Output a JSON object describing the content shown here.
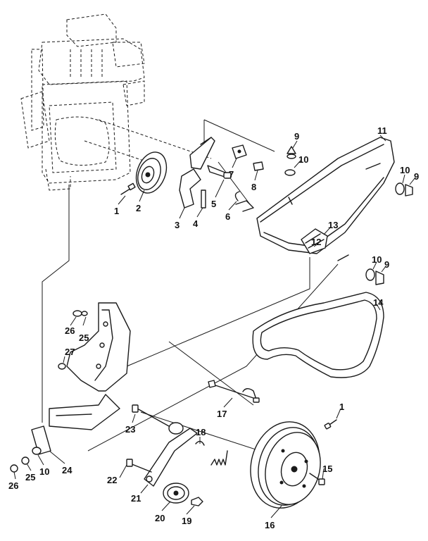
{
  "callouts": [
    {
      "id": "c1a",
      "label": "1"
    },
    {
      "id": "c2",
      "label": "2"
    },
    {
      "id": "c3",
      "label": "3"
    },
    {
      "id": "c4",
      "label": "4"
    },
    {
      "id": "c5",
      "label": "5"
    },
    {
      "id": "c6",
      "label": "6"
    },
    {
      "id": "c7",
      "label": "7"
    },
    {
      "id": "c8",
      "label": "8"
    },
    {
      "id": "c9a",
      "label": "9"
    },
    {
      "id": "c10a",
      "label": "10"
    },
    {
      "id": "c11",
      "label": "11"
    },
    {
      "id": "c10b",
      "label": "10"
    },
    {
      "id": "c9b",
      "label": "9"
    },
    {
      "id": "c13",
      "label": "13"
    },
    {
      "id": "c12",
      "label": "12"
    },
    {
      "id": "c10c",
      "label": "10"
    },
    {
      "id": "c9c",
      "label": "9"
    },
    {
      "id": "c14",
      "label": "14"
    },
    {
      "id": "c26a",
      "label": "26"
    },
    {
      "id": "c25a",
      "label": "25"
    },
    {
      "id": "c27",
      "label": "27"
    },
    {
      "id": "c17",
      "label": "17"
    },
    {
      "id": "c1b",
      "label": "1"
    },
    {
      "id": "c23",
      "label": "23"
    },
    {
      "id": "c18",
      "label": "18"
    },
    {
      "id": "c24",
      "label": "24"
    },
    {
      "id": "c26b",
      "label": "26"
    },
    {
      "id": "c25b",
      "label": "25"
    },
    {
      "id": "c10d",
      "label": "10"
    },
    {
      "id": "c22",
      "label": "22"
    },
    {
      "id": "c21",
      "label": "21"
    },
    {
      "id": "c15",
      "label": "15"
    },
    {
      "id": "c20",
      "label": "20"
    },
    {
      "id": "c19",
      "label": "19"
    },
    {
      "id": "c16",
      "label": "16"
    }
  ]
}
